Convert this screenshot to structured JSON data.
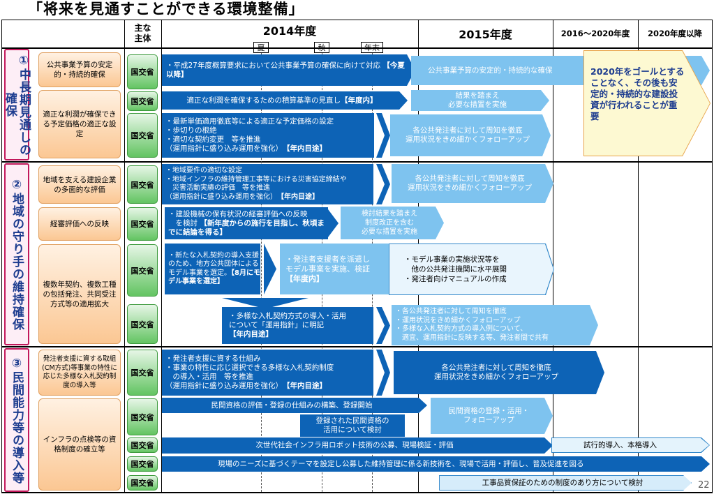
{
  "title": "「将来を見通すことができる環境整備」",
  "headers": {
    "agency": "主な\n主体",
    "y2014": "2014年度",
    "y2015": "2015年度",
    "y2016": "2016～2020年度",
    "y2020": "2020年度以降",
    "summer": "夏",
    "autumn": "秋",
    "yearend": "年末"
  },
  "sections": [
    {
      "label": "①中長期見通しの確保"
    },
    {
      "label": "②地域の守り手の維持確保"
    },
    {
      "label": "③民間能力等の導入等"
    }
  ],
  "topics": [
    "公共事業予算の安定的・持続的確保",
    "適正な利潤が確保できる予定価格の適正な設定",
    "地域を支える建設企業の多面的な評価",
    "経審評価への反映",
    "複数年契約、複数工種の包括発注、共同受注方式等の適用拡大",
    "発注者支援に資する取組(CM方式)等事業の特性に応じた多様な入札契約制度の導入等",
    "インフラの点検等の資格制度の確立等"
  ],
  "agency_label": "国交省",
  "goal": "2020年をゴールとすることなく、その後も安定的・持続的な建設投資が行われることが重要",
  "items": {
    "r1a": "・平成27年度概算要求において公共事業予算の確保に向けて対応",
    "r1a_b": "【今夏以降】",
    "r1b": "公共事業予算の安定的・持続的な確保",
    "r2a": "適正な利潤を確保するための積算基準の見直し",
    "r2a_b": "【年度内】",
    "r2b": "結果を踏まえ\n必要な措置を実施",
    "r3a1": "・最新単価適用徹底等による適正な予定価格の設定",
    "r3a2": "・歩切りの根絶",
    "r3a3": "・適切な契約変更　等を推進",
    "r3a4": "（運用指針に盛り込み運用を強化）",
    "r3a_b": "【年内目途】",
    "r3b": "各公共発注者に対して周知を徹底\n運用状況をきめ細かくフォローアップ",
    "r4a1": "・地域要件の適切な設定",
    "r4a2": "・地域インフラの維持管理工事等における災害協定締結や",
    "r4a3": "　災害活動実績の評価　等を推進",
    "r4a4": "（運用指針に盛り込み運用を強化）",
    "r4a_b": "【年内目途】",
    "r4b": "各公共発注者に対して周知を徹底\n運用状況をきめ細かくフォローアップ",
    "r5a1": "・建設機械の保有状況の経審評価への反映",
    "r5a2": "　を検討",
    "r5a_b": "【新年度からの施行を目指し、秋頃までに結論を得る】",
    "r5b": "検討結果を踏まえ\n制度改正を含む\n必要な措置を実施",
    "r6a": "・新たな入札契約の導入支援のため、地方公共団体によるモデル事業を選定。",
    "r6a_b": "【8月にモデル事業を選定】",
    "r6b": "・発注者支援者を派遣し\nモデル事業を実施、検証",
    "r6b_b": "【年度内】",
    "r6c1": "・モデル事業の実施状況等を",
    "r6c2": "　他の公共発注機関に水平展開",
    "r6c3": "・発注者向けマニュアルの作成",
    "r7a": "・多様な入札契約方式の導入・活用\nについて「運用指針」に明記",
    "r7a_b": "【年内目途】",
    "r7b1": "・各公共発注者に対して周知を徹底",
    "r7b2": "・運用状況をきめ細かくフォローアップ",
    "r7b3": "・多様な入札契約方式の導入例について、",
    "r7b4": "　適宜、運用指針に反映する等、発注者間で共有",
    "r8a1": "・発注者支援に資する仕組み",
    "r8a2": "・事業の特性に応じ選択できる多様な入札契約制度",
    "r8a3": "　の導入・活用　等を推進",
    "r8a4": "（運用指針に盛り込み運用を強化）",
    "r8a_b": "【年内目途】",
    "r8b": "各公共発注者に対して周知を徹底\n運用状況をきめ細かくフォローアップ",
    "r9a": "民間資格の評価・登録の仕組みの構築、登録開始",
    "r9b": "登録された民間資格の\n活用について検討",
    "r9c": "民間資格の登録・活用・\nフォローアップ",
    "r10a": "次世代社会インフラ用ロボット技術の公募、現場検証・評価",
    "r10b": "試行的導入、本格導入",
    "r11": "現場のニーズに基づくテーマを設定し公募した維持管理に係る新技術を、現場で活用・評価し、普及促進を図る",
    "r12": "工事品質保証のための制度のあり方について検討"
  },
  "page_number": "22"
}
